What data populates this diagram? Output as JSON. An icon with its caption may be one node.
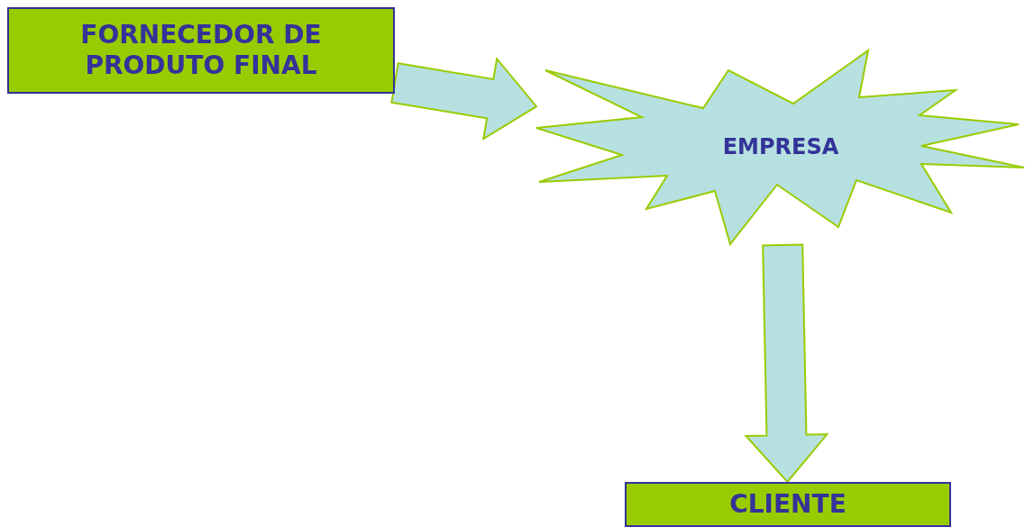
{
  "diagram": {
    "nodes": [
      {
        "text": [
          "FORNECEDOR DE PRODUTO FINAL"
        ]
      },
      {
        "text": [
          "EMPRESA"
        ]
      },
      {
        "text": [
          "CLIENTE"
        ]
      }
    ],
    "edges": [
      {
        "from": 0,
        "to": 1,
        "arrow": "to"
      },
      {
        "from": 1,
        "to": 2,
        "arrow": "to"
      }
    ]
  }
}
